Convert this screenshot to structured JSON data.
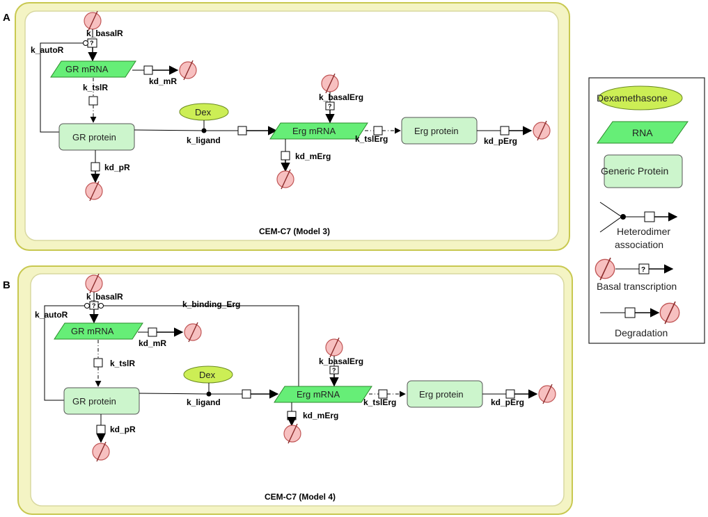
{
  "panels": [
    {
      "letter": "A",
      "caption": "CEM-C7 (Model 3)",
      "nodes": {
        "gr_mrna": "GR mRNA",
        "gr_protein": "GR protein",
        "dex": "Dex",
        "erg_mrna": "Erg mRNA",
        "erg_protein": "Erg protein"
      },
      "labels": {
        "k_basalR": "k_basalR",
        "k_autoR": "k_autoR",
        "kd_mR": "kd_mR",
        "k_tslR": "k_tslR",
        "kd_pR": "kd_pR",
        "k_ligand": "k_ligand",
        "k_basalErg": "k_basalErg",
        "kd_mErg": "kd_mErg",
        "k_tslErg": "k_tslErg",
        "kd_pErg": "kd_pErg"
      }
    },
    {
      "letter": "B",
      "caption": "CEM-C7 (Model 4)",
      "nodes": {
        "gr_mrna": "GR mRNA",
        "gr_protein": "GR protein",
        "dex": "Dex",
        "erg_mrna": "Erg mRNA",
        "erg_protein": "Erg protein"
      },
      "labels": {
        "k_basalR": "k_basalR",
        "k_autoR": "k_autoR",
        "k_binding_Erg": "k_binding_Erg",
        "kd_mR": "kd_mR",
        "k_tslR": "k_tslR",
        "kd_pR": "kd_pR",
        "k_ligand": "k_ligand",
        "k_basalErg": "k_basalErg",
        "kd_mErg": "kd_mErg",
        "k_tslErg": "k_tslErg",
        "kd_pErg": "kd_pErg"
      }
    }
  ],
  "legend": {
    "dexamethasone": "Dexamethasone",
    "rna": "RNA",
    "generic_protein": "Generic Protein",
    "heterodimer_line1": "Heterodimer",
    "heterodimer_line2": "association",
    "basal_transcription": "Basal transcription",
    "degradation": "Degradation"
  },
  "colors": {
    "panel_outer": "#f4f4c4",
    "panel_border": "#c8c850",
    "rna_green": "#66ee77",
    "protein_fill": "#ccf5cc",
    "dex_fill": "#ccee55",
    "sink_fill": "#f7c0c0",
    "sink_stroke": "#cc4444"
  }
}
